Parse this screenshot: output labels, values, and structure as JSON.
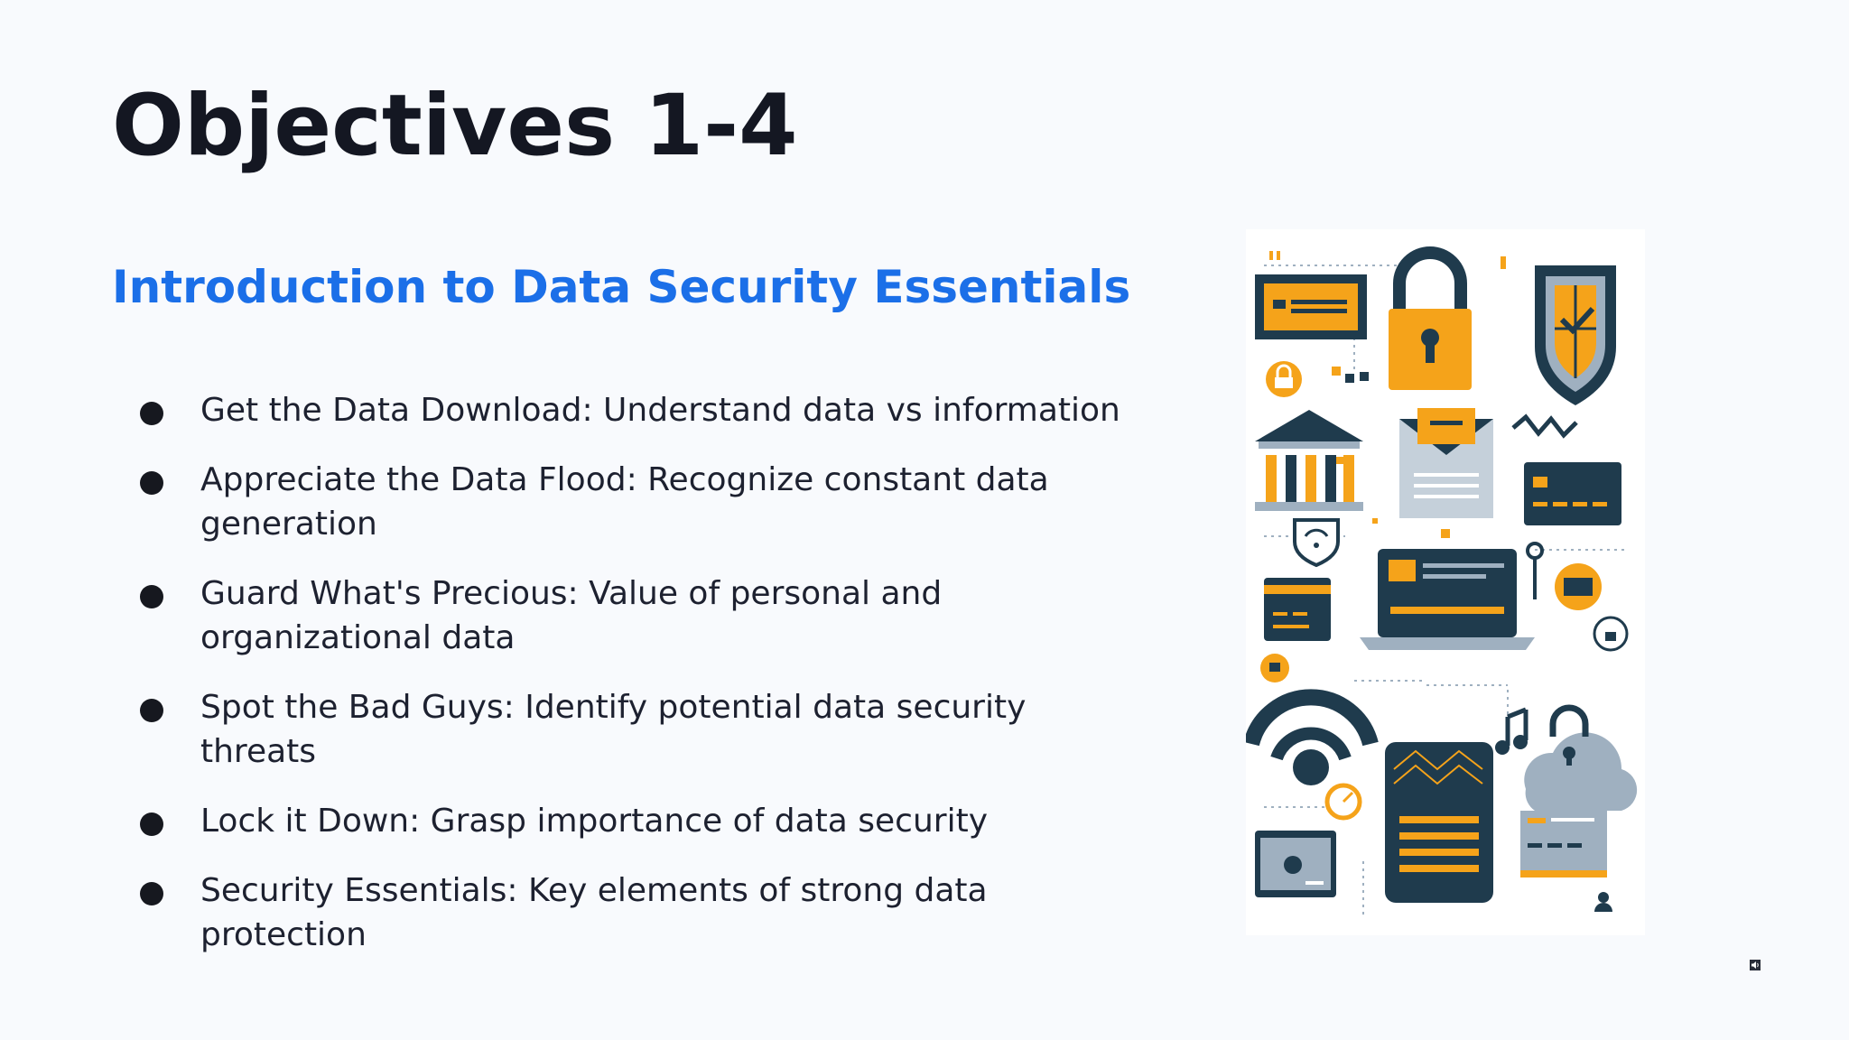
{
  "slide": {
    "title": "Objectives 1-4",
    "subtitle": "Introduction to Data Security Essentials",
    "bullets": [
      "Get the Data Download: Understand data vs information",
      "Appreciate the Data Flood: Recognize constant data generation",
      "Guard What's Precious: Value of personal and organizational data",
      "Spot the Bad Guys: Identify potential data security threats",
      "Lock it Down: Grasp importance of data security",
      "Security Essentials: Key elements of strong data protection"
    ]
  },
  "illustration": {
    "icons": [
      "padlock-icon",
      "shield-icon",
      "bank-icon",
      "envelope-icon",
      "credit-card-icon",
      "laptop-icon",
      "wifi-icon",
      "smartphone-icon",
      "cloud-lock-icon",
      "music-note-icon"
    ]
  },
  "colors": {
    "background": "#f8fafd",
    "title": "#141722",
    "accent": "#1b6fe8",
    "bullet_text": "#1d2130",
    "orange": "#f5a31a",
    "navy": "#1f3b4d",
    "grey": "#9fb0c0"
  },
  "corner_icon": "audio-speaker-icon"
}
